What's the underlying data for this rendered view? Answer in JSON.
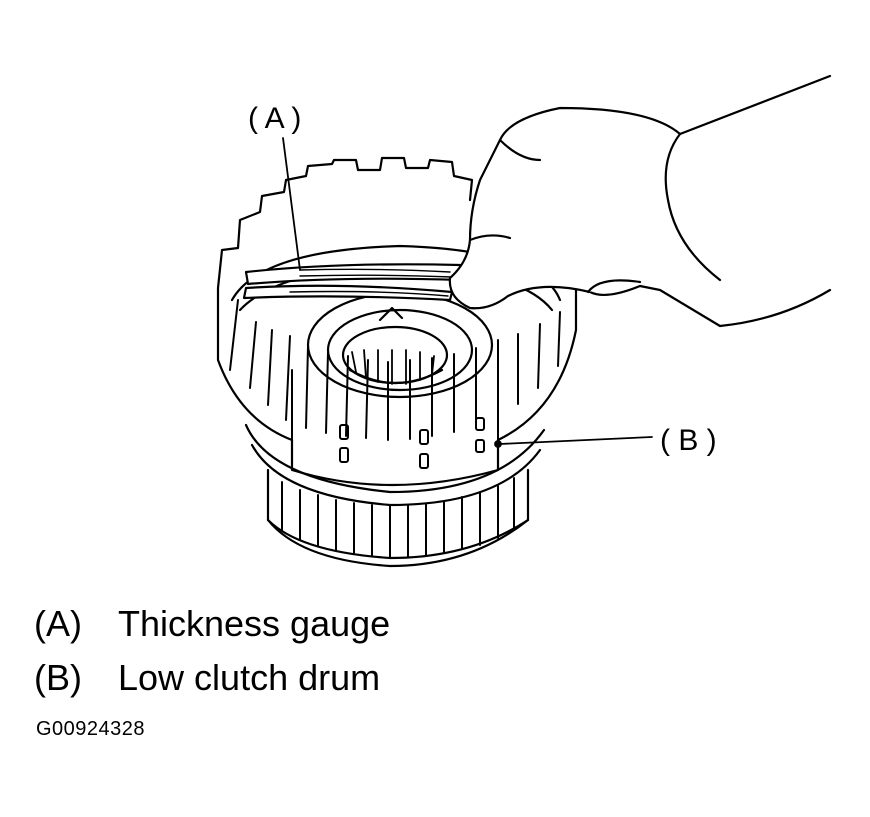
{
  "callouts": {
    "a": "( A )",
    "b": "( B )"
  },
  "legend": [
    {
      "key": "(A)",
      "text": "Thickness gauge"
    },
    {
      "key": "(B)",
      "text": "Low clutch drum"
    }
  ],
  "figure_id": "G00924328",
  "icons": [
    "clutch-drum-illustration",
    "thickness-gauge-blade",
    "hand-illustration"
  ]
}
